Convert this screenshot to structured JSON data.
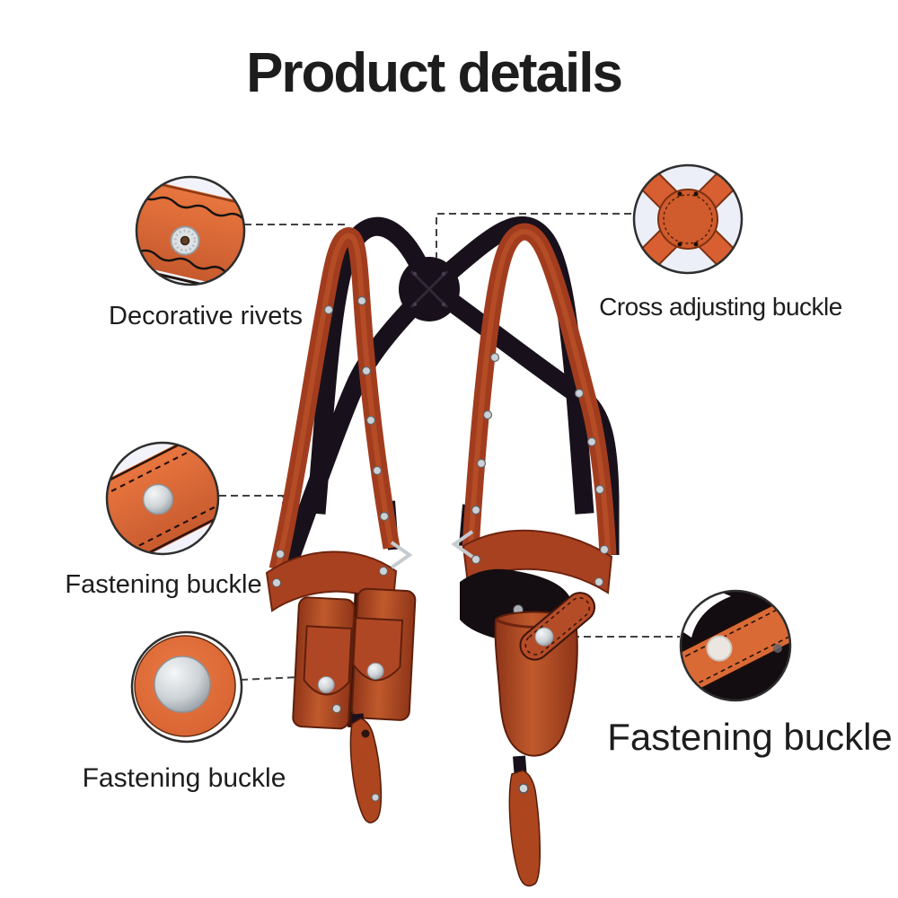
{
  "title": "Product details",
  "callouts": {
    "decorative_rivets": {
      "label": "Decorative rivets"
    },
    "cross_adjusting_buckle": {
      "label": "Cross adjusting buckle"
    },
    "fastening_buckle_strap": {
      "label": "Fastening buckle"
    },
    "fastening_buckle_pouch": {
      "label": "Fastening buckle"
    },
    "fastening_buckle_holster": {
      "label": "Fastening buckle"
    }
  },
  "colors": {
    "background": "#ffffff",
    "text": "#1d1d1d",
    "connector_line": "#414141",
    "callout_leather_orange": "#e2703c",
    "main_leather_rust": "#a84120",
    "webbing_black": "#18111b",
    "metal_silver": "#d3d7da"
  }
}
